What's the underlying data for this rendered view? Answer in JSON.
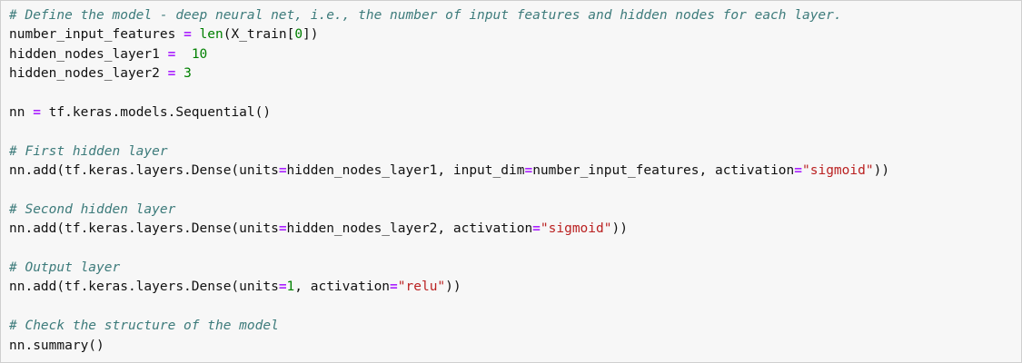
{
  "cell": {
    "language": "python",
    "background_color": "#f7f7f7",
    "border_color": "#cfcfcf",
    "text_color": "#111111",
    "comment_color": "#3D7B7B",
    "operator_color": "#AA22FF",
    "number_color": "#008000",
    "builtin_color": "#008000",
    "string_color": "#BA2121"
  },
  "lines": [
    {
      "id": "line-1",
      "tokens": [
        {
          "kind": "comment",
          "text": "# Define the model - deep neural net, i.e., the number of input features and hidden nodes for each layer."
        }
      ]
    },
    {
      "id": "line-2",
      "tokens": [
        {
          "kind": "plain",
          "text": "number_input_features "
        },
        {
          "kind": "op",
          "text": "="
        },
        {
          "kind": "plain",
          "text": " "
        },
        {
          "kind": "builtin",
          "text": "len"
        },
        {
          "kind": "plain",
          "text": "(X_train["
        },
        {
          "kind": "num",
          "text": "0"
        },
        {
          "kind": "plain",
          "text": "])"
        }
      ]
    },
    {
      "id": "line-3",
      "tokens": [
        {
          "kind": "plain",
          "text": "hidden_nodes_layer1 "
        },
        {
          "kind": "op",
          "text": "="
        },
        {
          "kind": "plain",
          "text": "  "
        },
        {
          "kind": "num",
          "text": "10"
        }
      ]
    },
    {
      "id": "line-4",
      "tokens": [
        {
          "kind": "plain",
          "text": "hidden_nodes_layer2 "
        },
        {
          "kind": "op",
          "text": "="
        },
        {
          "kind": "plain",
          "text": " "
        },
        {
          "kind": "num",
          "text": "3"
        }
      ]
    },
    {
      "id": "line-5",
      "tokens": [
        {
          "kind": "plain",
          "text": ""
        }
      ]
    },
    {
      "id": "line-6",
      "tokens": [
        {
          "kind": "plain",
          "text": "nn "
        },
        {
          "kind": "op",
          "text": "="
        },
        {
          "kind": "plain",
          "text": " tf.keras.models.Sequential()"
        }
      ]
    },
    {
      "id": "line-7",
      "tokens": [
        {
          "kind": "plain",
          "text": ""
        }
      ]
    },
    {
      "id": "line-8",
      "tokens": [
        {
          "kind": "comment",
          "text": "# First hidden layer"
        }
      ]
    },
    {
      "id": "line-9",
      "tokens": [
        {
          "kind": "plain",
          "text": "nn.add(tf.keras.layers.Dense(units"
        },
        {
          "kind": "op",
          "text": "="
        },
        {
          "kind": "plain",
          "text": "hidden_nodes_layer1, input_dim"
        },
        {
          "kind": "op",
          "text": "="
        },
        {
          "kind": "plain",
          "text": "number_input_features, activation"
        },
        {
          "kind": "op",
          "text": "="
        },
        {
          "kind": "str",
          "text": "\"sigmoid\""
        },
        {
          "kind": "plain",
          "text": "))"
        }
      ]
    },
    {
      "id": "line-10",
      "tokens": [
        {
          "kind": "plain",
          "text": ""
        }
      ]
    },
    {
      "id": "line-11",
      "tokens": [
        {
          "kind": "comment",
          "text": "# Second hidden layer"
        }
      ]
    },
    {
      "id": "line-12",
      "tokens": [
        {
          "kind": "plain",
          "text": "nn.add(tf.keras.layers.Dense(units"
        },
        {
          "kind": "op",
          "text": "="
        },
        {
          "kind": "plain",
          "text": "hidden_nodes_layer2, activation"
        },
        {
          "kind": "op",
          "text": "="
        },
        {
          "kind": "str",
          "text": "\"sigmoid\""
        },
        {
          "kind": "plain",
          "text": "))"
        }
      ]
    },
    {
      "id": "line-13",
      "tokens": [
        {
          "kind": "plain",
          "text": ""
        }
      ]
    },
    {
      "id": "line-14",
      "tokens": [
        {
          "kind": "comment",
          "text": "# Output layer"
        }
      ]
    },
    {
      "id": "line-15",
      "tokens": [
        {
          "kind": "plain",
          "text": "nn.add(tf.keras.layers.Dense(units"
        },
        {
          "kind": "op",
          "text": "="
        },
        {
          "kind": "num",
          "text": "1"
        },
        {
          "kind": "plain",
          "text": ", activation"
        },
        {
          "kind": "op",
          "text": "="
        },
        {
          "kind": "str",
          "text": "\"relu\""
        },
        {
          "kind": "plain",
          "text": "))"
        }
      ]
    },
    {
      "id": "line-16",
      "tokens": [
        {
          "kind": "plain",
          "text": ""
        }
      ]
    },
    {
      "id": "line-17",
      "tokens": [
        {
          "kind": "comment",
          "text": "# Check the structure of the model"
        }
      ]
    },
    {
      "id": "line-18",
      "tokens": [
        {
          "kind": "plain",
          "text": "nn.summary()"
        }
      ]
    }
  ]
}
